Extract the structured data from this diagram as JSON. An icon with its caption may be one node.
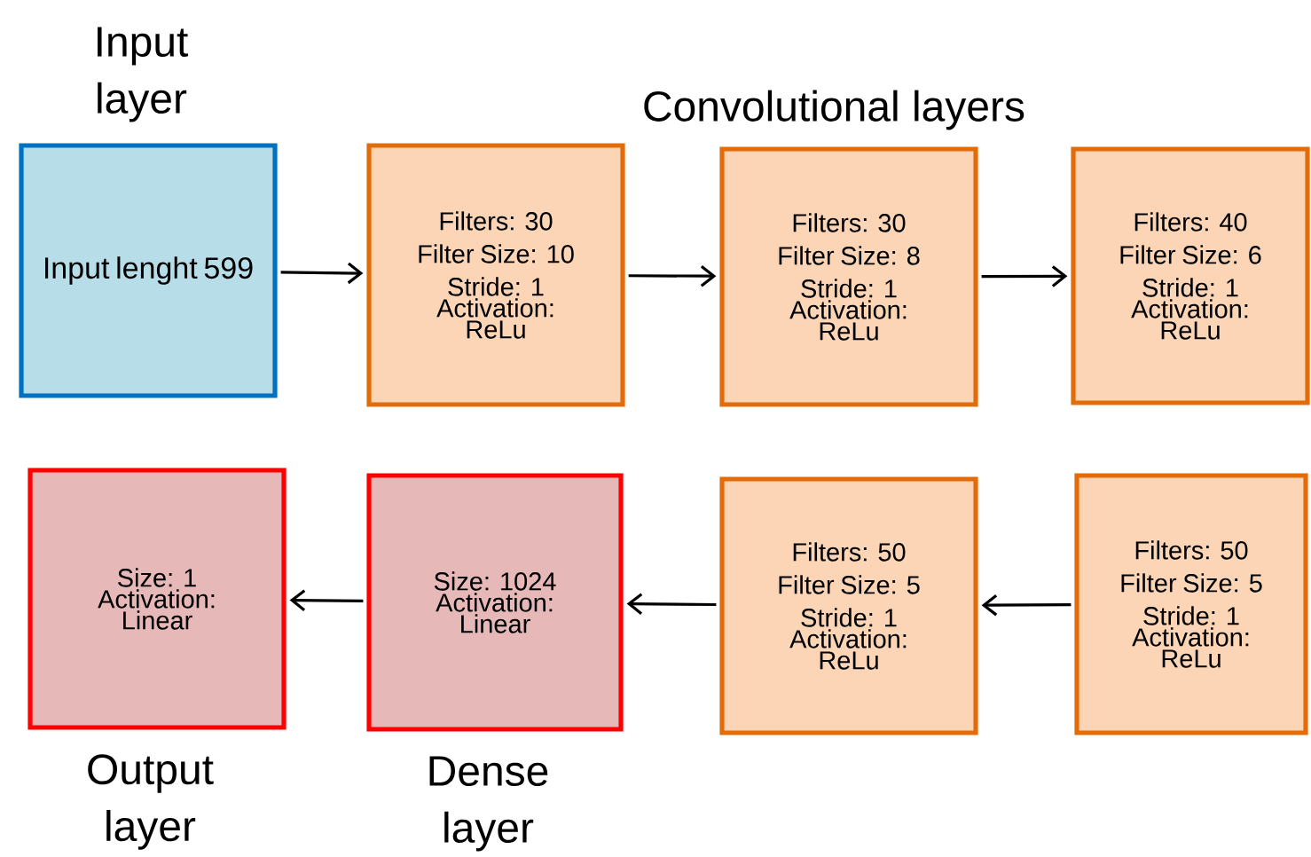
{
  "diagram": {
    "nodes": [
      {
        "text": [
          "Input layer",
          "Input lenght 599"
        ]
      },
      {
        "text": [
          "Filters: 30",
          "Filter Size: 10",
          "Stride: 1",
          "Activation: ReLu"
        ]
      },
      {
        "text": [
          "Filters: 30",
          "Filter Size: 8",
          "Stride: 1",
          "Activation: ReLu"
        ]
      },
      {
        "text": [
          "Filters: 40",
          "Filter Size: 6",
          "Stride: 1",
          "Activation: ReLu"
        ]
      },
      {
        "text": [
          "Size: 1",
          "Activation: Linear",
          "Output layer"
        ]
      },
      {
        "text": [
          "Size: 1024",
          "Activation: Linear",
          "Dense layer"
        ]
      },
      {
        "text": [
          "Filters: 50",
          "Filter Size: 5",
          "Stride: 1",
          "Activation: ReLu"
        ]
      },
      {
        "text": [
          "Filters: 50",
          "Filter Size: 5",
          "Stride: 1",
          "Activation: ReLu"
        ]
      }
    ],
    "edges": [
      {
        "from": 0,
        "to": 1,
        "arrow": "to"
      },
      {
        "from": 1,
        "to": 2,
        "arrow": "to"
      },
      {
        "from": 2,
        "to": 3,
        "arrow": "to"
      },
      {
        "from": 7,
        "to": 6,
        "arrow": "to"
      },
      {
        "from": 6,
        "to": 5,
        "arrow": "to"
      },
      {
        "from": 5,
        "to": 4,
        "arrow": "to"
      }
    ],
    "labels": [
      "Convolutional layers"
    ]
  }
}
